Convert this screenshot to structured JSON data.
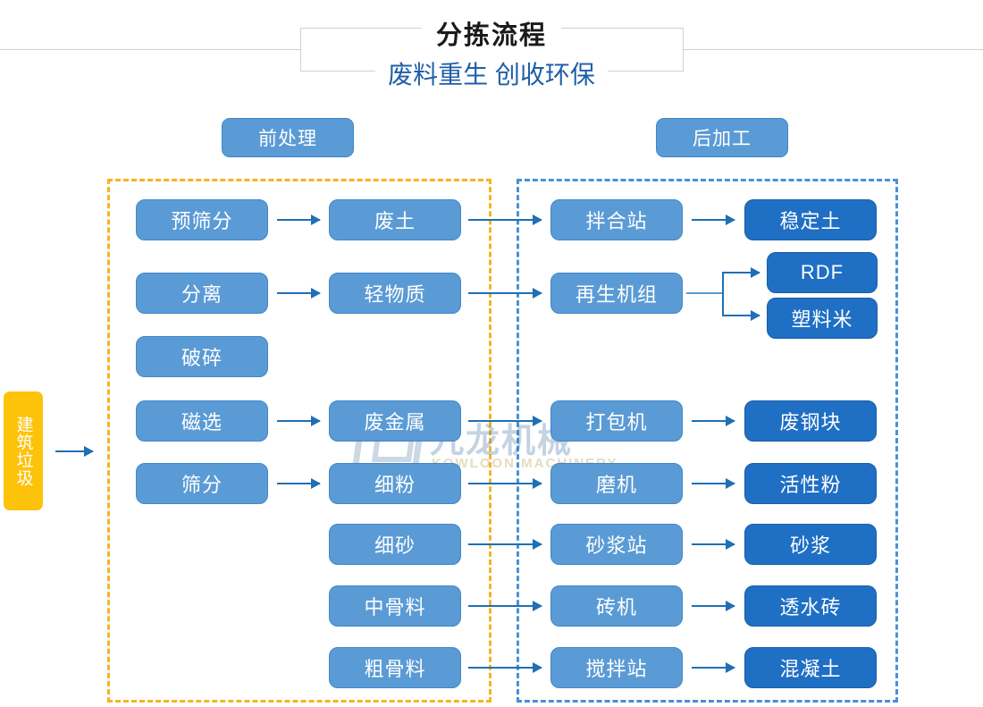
{
  "header": {
    "title": "分拣流程",
    "subtitle": "废料重生 创收环保"
  },
  "sections": {
    "pre_label": "前处理",
    "post_label": "后加工"
  },
  "source": {
    "label": "建筑垃圾"
  },
  "colors": {
    "node_mid": "#5b9bd5",
    "node_dark": "#1f6fc4",
    "source_yellow": "#fdc20a",
    "zone_pre_border": "#f5b324",
    "zone_post_border": "#4a90d9",
    "arrow": "#1f6fb5",
    "title_text": "#1a1a1a",
    "subtitle_text": "#1f5fa8"
  },
  "watermark": {
    "text": "九龙机械",
    "subtext": "KOWLOON MACHINERY"
  },
  "nodes": {
    "col1": [
      {
        "label": "预筛分"
      },
      {
        "label": "分离"
      },
      {
        "label": "破碎"
      },
      {
        "label": "磁选"
      },
      {
        "label": "筛分"
      }
    ],
    "col2": [
      {
        "label": "废土"
      },
      {
        "label": "轻物质"
      },
      {
        "label": "废金属"
      },
      {
        "label": "细粉"
      },
      {
        "label": "细砂"
      },
      {
        "label": "中骨料"
      },
      {
        "label": "粗骨料"
      }
    ],
    "col3": [
      {
        "label": "拌合站"
      },
      {
        "label": "再生机组"
      },
      {
        "label": "打包机"
      },
      {
        "label": "磨机"
      },
      {
        "label": "砂浆站"
      },
      {
        "label": "砖机"
      },
      {
        "label": "搅拌站"
      }
    ],
    "col4": [
      {
        "label": "稳定土"
      },
      {
        "label": "RDF"
      },
      {
        "label": "塑料米"
      },
      {
        "label": "废钢块"
      },
      {
        "label": "活性粉"
      },
      {
        "label": "砂浆"
      },
      {
        "label": "透水砖"
      },
      {
        "label": "混凝土"
      }
    ]
  },
  "flows": [
    {
      "from": "建筑垃圾",
      "to": "前处理"
    },
    {
      "from": "预筛分",
      "to": "废土"
    },
    {
      "from": "废土",
      "to": "拌合站"
    },
    {
      "from": "拌合站",
      "to": "稳定土"
    },
    {
      "from": "分离",
      "to": "轻物质"
    },
    {
      "from": "轻物质",
      "to": "再生机组"
    },
    {
      "from": "再生机组",
      "to": "RDF"
    },
    {
      "from": "再生机组",
      "to": "塑料米"
    },
    {
      "from": "磁选",
      "to": "废金属"
    },
    {
      "from": "废金属",
      "to": "打包机"
    },
    {
      "from": "打包机",
      "to": "废钢块"
    },
    {
      "from": "筛分",
      "to": "细粉"
    },
    {
      "from": "细粉",
      "to": "磨机"
    },
    {
      "from": "磨机",
      "to": "活性粉"
    },
    {
      "from": "细砂",
      "to": "砂浆站"
    },
    {
      "from": "砂浆站",
      "to": "砂浆"
    },
    {
      "from": "中骨料",
      "to": "砖机"
    },
    {
      "from": "砖机",
      "to": "透水砖"
    },
    {
      "from": "粗骨料",
      "to": "搅拌站"
    },
    {
      "from": "搅拌站",
      "to": "混凝土"
    }
  ]
}
